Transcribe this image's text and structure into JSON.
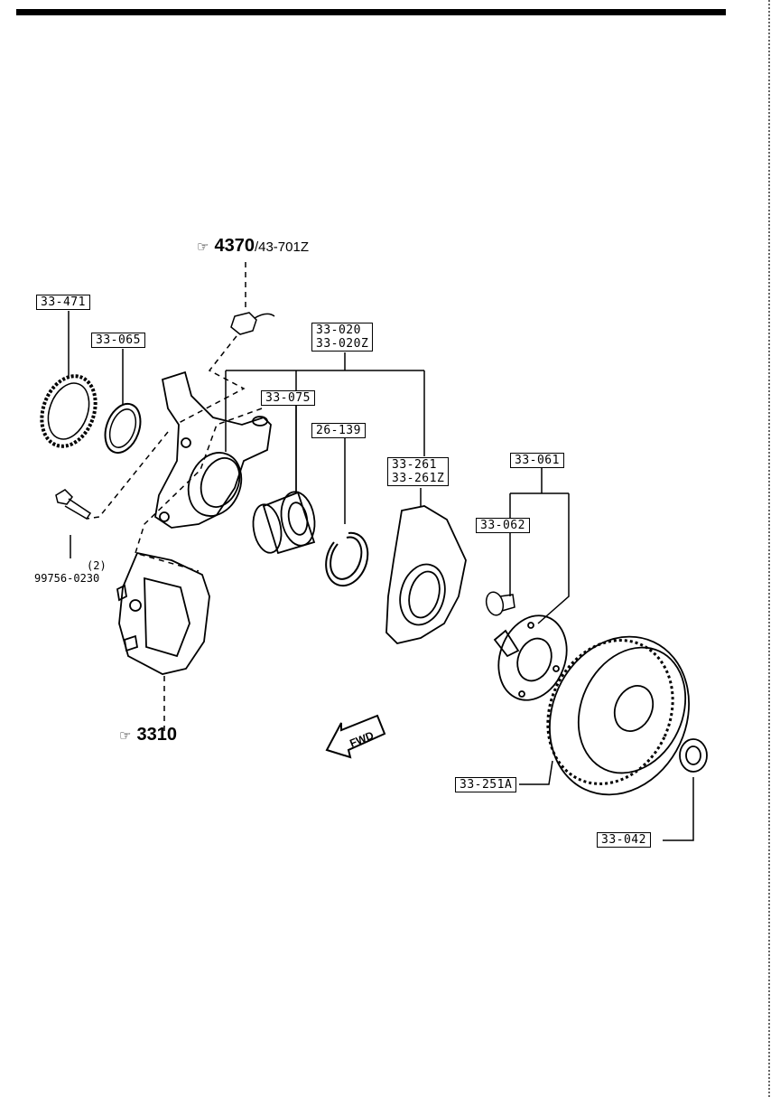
{
  "refs": {
    "sensor_ref": {
      "symbol": "☞",
      "main": "4370",
      "suffix": "/43-701Z"
    },
    "caliper_ref": {
      "symbol": "☞",
      "main": "3310",
      "suffix": ""
    }
  },
  "labels": {
    "l_33_471": "33-471",
    "l_33_065": "33-065",
    "l_33_020": "33-020",
    "l_33_020z": "33-020Z",
    "l_33_075": "33-075",
    "l_26_139": "26-139",
    "l_33_261": "33-261",
    "l_33_261z": "33-261Z",
    "l_33_061": "33-061",
    "l_33_062": "33-062",
    "l_33_251a": "33-251A",
    "l_33_042": "33-042"
  },
  "bolt": {
    "qty": "(2)",
    "part": "99756-0230"
  },
  "fwd": "FWD"
}
